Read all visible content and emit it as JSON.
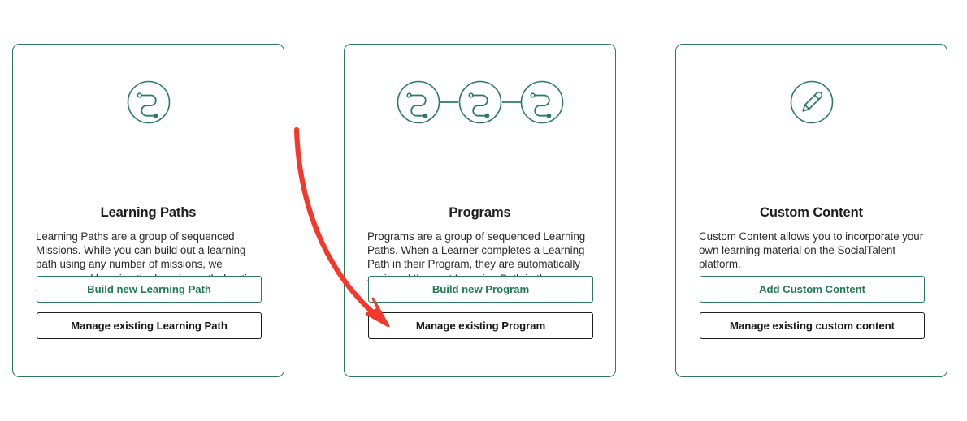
{
  "page": {
    "background_color": "#ffffff",
    "accent_color": "#2c7a5e",
    "text_color": "#1c1c1c",
    "annotation_color": "#f5382c"
  },
  "cards": [
    {
      "id": "learning-paths",
      "icon": "learning-path-node-icon",
      "title": "Learning Paths",
      "description": "Learning Paths are a group of sequenced Missions. While you can build out a learning path using any number of missions, we recommend keeping the learning path duration to a maximum of eight hours.",
      "primary_button": "Build new Learning Path",
      "secondary_button": "Manage existing Learning Path"
    },
    {
      "id": "programs",
      "icon": "programs-linked-nodes-icon",
      "title": "Programs",
      "description": "Programs are a group of sequenced Learning Paths. When a Learner completes a Learning Path in their Program, they are automatically assigned the next Learning Path in the Program.",
      "primary_button": "Build new Program",
      "secondary_button": "Manage existing Program"
    },
    {
      "id": "custom-content",
      "icon": "pencil-icon",
      "title": "Custom Content",
      "description": "Custom Content allows you to incorporate your own learning material on the SocialTalent platform.",
      "primary_button": "Add Custom Content",
      "secondary_button": "Manage existing custom content"
    }
  ],
  "annotation": {
    "type": "curved-arrow",
    "color": "#f5382c",
    "points_to": "Manage existing Program"
  }
}
